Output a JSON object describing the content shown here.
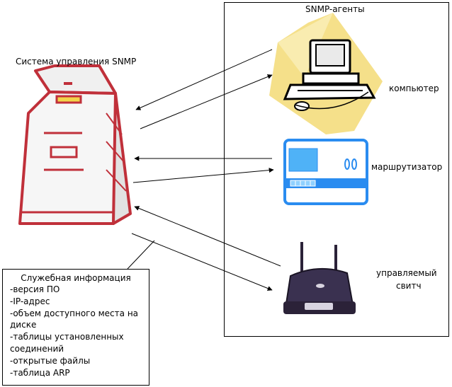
{
  "manager": {
    "label": "Система управления SNMP"
  },
  "agents": {
    "title": "SNMP-агенты",
    "computer_label": "компьютер",
    "router_label": "маршрутизатор",
    "switch_label_line1": "управляемый",
    "switch_label_line2": "свитч"
  },
  "info": {
    "title": "Служебная информация",
    "items": [
      "-версия ПО",
      "-IP-адрес",
      "-объем доступного места на диске",
      "-таблицы установленных соединений",
      "-открытые файлы",
      "-таблица ARP"
    ]
  },
  "colors": {
    "server_outline": "#c0303a",
    "server_fill": "#f4f4f4",
    "computer_bg": "#f5e08a",
    "router_blue": "#2a8cf0",
    "switch_dark": "#2b2238"
  }
}
